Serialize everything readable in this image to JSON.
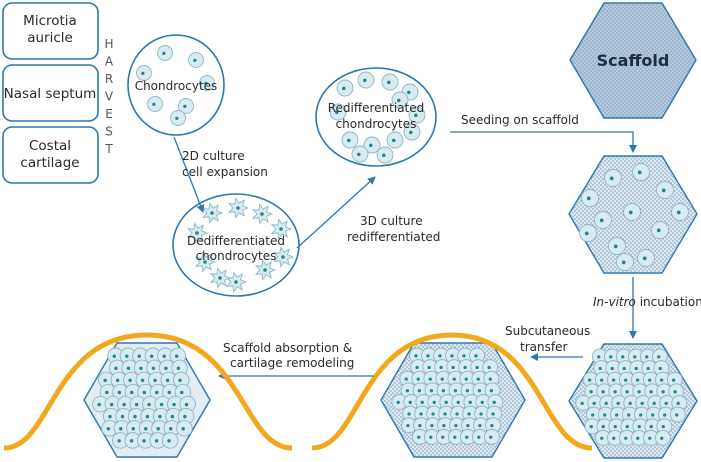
{
  "sources": {
    "harvest_label": [
      "H",
      "A",
      "R",
      "V",
      "E",
      "S",
      "T"
    ],
    "tissues": [
      [
        "Microtia",
        "auricle"
      ],
      [
        "Nasal septum"
      ],
      [
        "Costal",
        "cartilage"
      ]
    ]
  },
  "cells": {
    "chondrocytes": "Chondrocytes",
    "dedifferentiated": [
      "Dedifferentiated",
      "chondrocytes"
    ],
    "redifferentiated": [
      "Redifferentiated",
      "chondrocytes"
    ]
  },
  "steps": {
    "culture_2d": [
      "2D culture",
      "cell expansion"
    ],
    "culture_3d": [
      "3D culture",
      "redifferentiated"
    ],
    "seeding": "Seeding on scaffold",
    "incubation_italic": "In-vitro",
    "incubation_rest": " incubation",
    "transfer": [
      "Subcutaneous",
      "transfer"
    ],
    "absorption": [
      "Scaffold absorption &",
      "cartilage remodeling"
    ]
  },
  "scaffold": {
    "label": "Scaffold"
  },
  "colors": {
    "outline": "#2e78ad",
    "cell_fill": "#d9eaf0",
    "cell_stroke": "#8ab7c9",
    "nucleus": "#1c8a84",
    "skin": "#f2a81d",
    "scaffold_fill": "#b9cde0",
    "hex_fill_light": "#dbe6f0"
  }
}
